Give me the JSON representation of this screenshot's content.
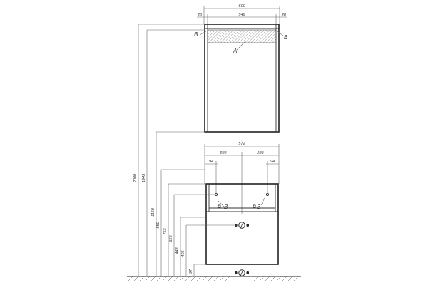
{
  "mirror": {
    "width": "600",
    "left_edge": "28",
    "inner_width": "548",
    "right_edge": "28",
    "label_b_left": "B",
    "label_b_right": "B",
    "label_a": "A"
  },
  "cabinet": {
    "width": "572",
    "half_left": "286",
    "half_right": "286",
    "offset_left": "94",
    "offset_right": "94",
    "label_b_left": "B",
    "label_b_right": "B"
  },
  "heights": [
    "2000",
    "1943",
    "1150",
    "850",
    "753",
    "625",
    "443",
    "405",
    "97"
  ]
}
